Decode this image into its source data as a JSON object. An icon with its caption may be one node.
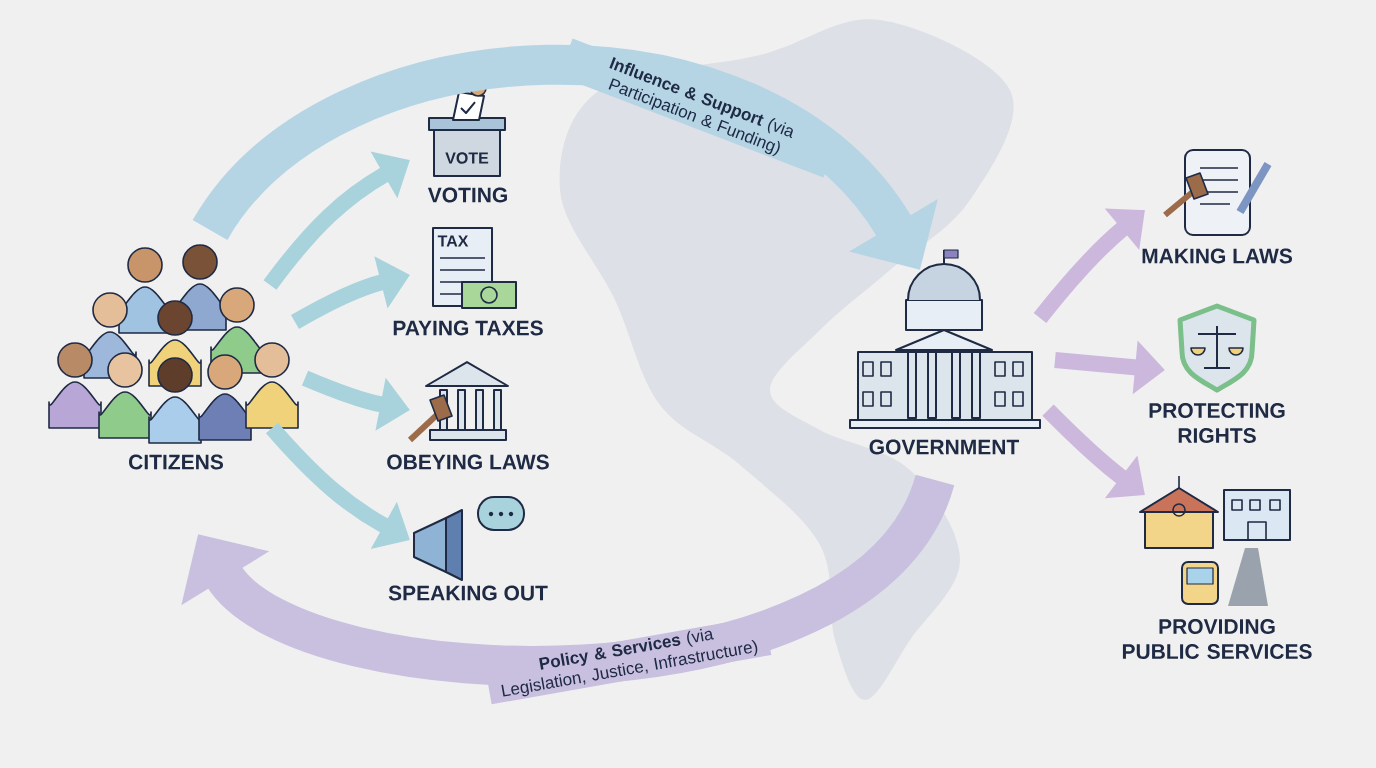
{
  "diagram": {
    "nodes": [
      {
        "text": [
          "CITIZENS"
        ]
      },
      {
        "text": [
          "VOTING"
        ]
      },
      {
        "text": [
          "PAYING TAXES"
        ]
      },
      {
        "text": [
          "OBEYING LAWS"
        ]
      },
      {
        "text": [
          "SPEAKING OUT"
        ]
      },
      {
        "text": [
          "GOVERNMENT"
        ]
      },
      {
        "text": [
          "MAKING LAWS"
        ]
      },
      {
        "text": [
          "PROTECTING RIGHTS"
        ]
      },
      {
        "text": [
          "PROVIDING PUBLIC SERVICES"
        ]
      }
    ],
    "edges": [
      {
        "from": 0,
        "to": 1,
        "arrow": "to"
      },
      {
        "from": 0,
        "to": 2,
        "arrow": "to"
      },
      {
        "from": 0,
        "to": 3,
        "arrow": "to"
      },
      {
        "from": 0,
        "to": 4,
        "arrow": "to"
      },
      {
        "from": 0,
        "to": 5,
        "arrow": "to",
        "label": "**Influence & Support** (via Participation & Funding)",
        "style": "thick",
        "color": "#b5d5e5"
      },
      {
        "from": 5,
        "to": 0,
        "arrow": "to",
        "label": "**Policy & Services** (via Legislation, Justice, Infrastructure)",
        "style": "thick",
        "color": "#c9c0e0"
      },
      {
        "from": 5,
        "to": 6,
        "arrow": "to",
        "color": "#cdb8dd"
      },
      {
        "from": 5,
        "to": 7,
        "arrow": "to",
        "color": "#cdb8dd"
      },
      {
        "from": 5,
        "to": 8,
        "arrow": "to",
        "color": "#cdb8dd"
      }
    ],
    "labels": [
      "VOTE",
      "TAX"
    ]
  }
}
